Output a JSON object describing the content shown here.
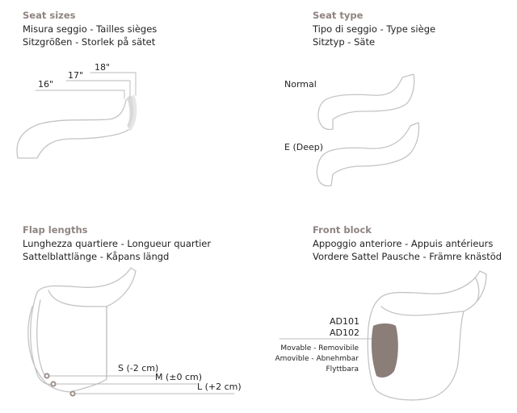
{
  "seat_sizes": {
    "title": "Seat sizes",
    "line1": "Misura seggio -  Tailles sièges",
    "line2": "Sitzgrößen - Storlek på sätet",
    "sizes": [
      "16\"",
      "17\"",
      "18\""
    ]
  },
  "seat_type": {
    "title": "Seat type",
    "line1": "Tipo di seggio -  Type siège",
    "line2": "Sitztyp - Säte",
    "normal": "Normal",
    "deep": "E (Deep)"
  },
  "flap_lengths": {
    "title": "Flap lengths",
    "line1": "Lunghezza quartiere - Longueur quartier",
    "line2": "Sattelblattlänge - Kåpans längd",
    "s": "S (-2 cm)",
    "m": "M (±0 cm)",
    "l": "L (+2 cm)"
  },
  "front_block": {
    "title": "Front block",
    "line1": "Appoggio anteriore -  Appuis antérieurs",
    "line2": "Vordere Sattel Pausche - Främre knästöd",
    "code1": "AD101",
    "code2": "AD102",
    "movable1": "Movable  - Removibile",
    "movable2": "Amovible - Abnehmbar",
    "movable3": "Flyttbara",
    "block_color": "#8b7d78"
  }
}
